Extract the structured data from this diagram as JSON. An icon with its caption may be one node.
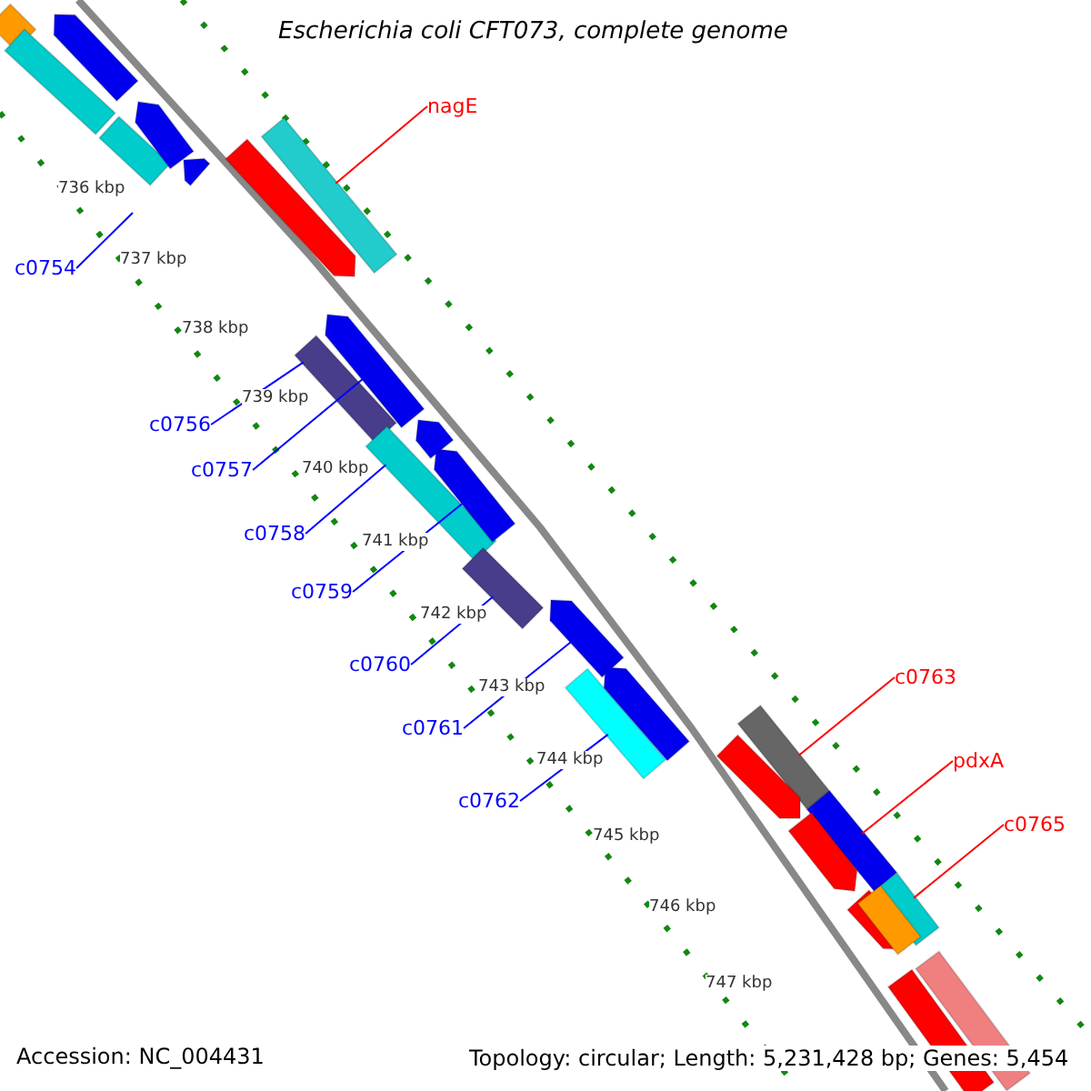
{
  "diagram": {
    "title": "Escherichia coli CFT073, complete genome",
    "nodes": [
      {
        "text": [
          "nagE"
        ]
      },
      {
        "text": [
          "c0754"
        ]
      },
      {
        "text": [
          "c0756"
        ]
      },
      {
        "text": [
          "c0757"
        ]
      },
      {
        "text": [
          "c0758"
        ]
      },
      {
        "text": [
          "c0759"
        ]
      },
      {
        "text": [
          "c0760"
        ]
      },
      {
        "text": [
          "c0761"
        ]
      },
      {
        "text": [
          "c0762"
        ]
      },
      {
        "text": [
          "c0763"
        ]
      },
      {
        "text": [
          "pdxA"
        ]
      },
      {
        "text": [
          "c0765"
        ]
      },
      {
        "text": [],
        "shape": "bar"
      },
      {
        "text": [],
        "shape": "bar"
      },
      {
        "text": [],
        "shape": "bar"
      },
      {
        "text": [],
        "shape": "bar"
      },
      {
        "text": [],
        "shape": "bar"
      },
      {
        "text": [],
        "shape": "bar"
      },
      {
        "text": [],
        "shape": "bar"
      },
      {
        "text": [],
        "shape": "bar"
      },
      {
        "text": [],
        "shape": "bar"
      },
      {
        "text": [],
        "shape": "bar"
      },
      {
        "text": [],
        "shape": "bar"
      },
      {
        "text": [],
        "shape": "bar"
      },
      {
        "text": [],
        "shape": "bar"
      },
      {
        "text": [],
        "shape": "bar"
      },
      {
        "text": [],
        "shape": "bar"
      },
      {
        "text": [],
        "shape": "bar"
      },
      {
        "text": [],
        "shape": "bar"
      },
      {
        "text": [],
        "shape": "bar"
      },
      {
        "text": [],
        "shape": "bar"
      },
      {
        "text": [],
        "shape": "bar"
      },
      {
        "text": [],
        "shape": "bar"
      },
      {
        "text": [],
        "shape": "bar"
      },
      {
        "text": [],
        "shape": "bar"
      },
      {
        "text": [],
        "shape": "bar"
      },
      {
        "text": [],
        "shape": "bar"
      },
      {
        "text": [],
        "shape": "bar"
      }
    ],
    "edges": [
      {
        "from": 0,
        "to": 12,
        "arrow": "none",
        "color": "#ff0000"
      },
      {
        "from": 1,
        "to": null,
        "arrow": "none"
      },
      {
        "from": 2,
        "to": 13,
        "arrow": "none"
      },
      {
        "from": 3,
        "to": 14,
        "arrow": "none"
      },
      {
        "from": 4,
        "to": 15,
        "arrow": "none"
      },
      {
        "from": 5,
        "to": 16,
        "arrow": "none"
      },
      {
        "from": 6,
        "to": 17,
        "arrow": "none"
      },
      {
        "from": 7,
        "to": 18,
        "arrow": "none"
      },
      {
        "from": 8,
        "to": 19,
        "arrow": "none"
      },
      {
        "from": 9,
        "to": 20,
        "arrow": "none",
        "color": "#ff0000"
      },
      {
        "from": 10,
        "to": 21,
        "arrow": "none",
        "color": "#ff0000"
      },
      {
        "from": 11,
        "to": 22,
        "arrow": "none",
        "color": "#ff0000"
      }
    ],
    "labels": [
      "736 kbp",
      "737 kbp",
      "738 kbp",
      "739 kbp",
      "740 kbp",
      "741 kbp",
      "742 kbp",
      "743 kbp",
      "744 kbp",
      "745 kbp",
      "746 kbp",
      "747 kbp",
      "Accession: NC_004431",
      "Topology: circular; Length: 5,231,428 bp; Genes: 5,454"
    ]
  }
}
